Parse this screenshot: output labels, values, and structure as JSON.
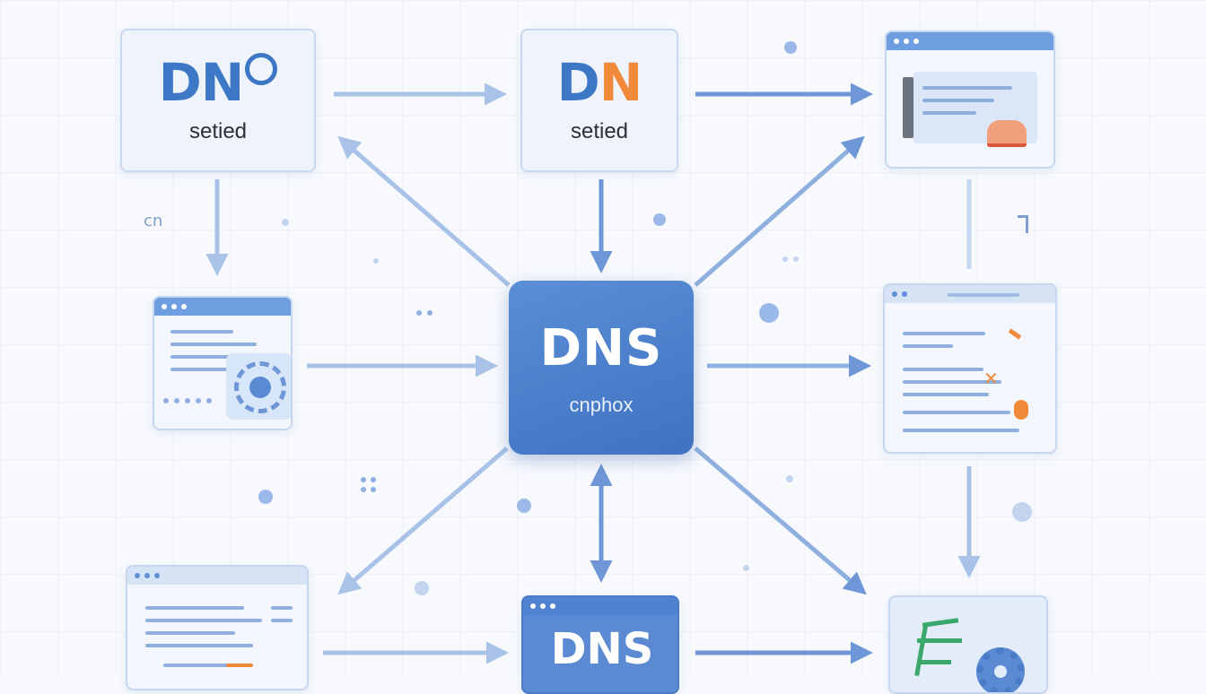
{
  "nodes": {
    "top_left": {
      "logo_text": "DN",
      "subtitle": "setied"
    },
    "top_center": {
      "logo_text_main": "D",
      "logo_text_accent": "N",
      "subtitle": "setied"
    },
    "hub": {
      "title": "DNS",
      "subtitle": "cnphox"
    },
    "bottom_center": {
      "title": "DNS"
    }
  },
  "stray_glyphs": {
    "left_glyph": "cn"
  },
  "colors": {
    "primary_blue": "#3d78c6",
    "accent_orange": "#f08a3a",
    "arrow_blue": "#6f96d6",
    "light_arrow": "#a9c2e8",
    "card_bg": "#eef3fc"
  },
  "icons": [
    "browser-window-icon",
    "settings-gear-icon",
    "code-window-icon",
    "circle-target-icon"
  ]
}
